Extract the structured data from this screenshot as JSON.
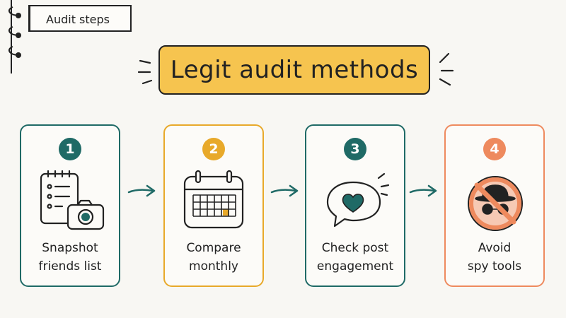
{
  "header": {
    "tab_label": "Audit steps"
  },
  "title": "Legit audit methods",
  "colors": {
    "teal": "#1f6a66",
    "gold": "#e8a92a",
    "coral": "#ee8a5e",
    "title_fill": "#f6c44f"
  },
  "steps": [
    {
      "number": "1",
      "line1": "Snapshot",
      "line2": "friends list",
      "icon": "checklist-camera-icon",
      "color": "#1f6a66"
    },
    {
      "number": "2",
      "line1": "Compare",
      "line2": "monthly",
      "icon": "calendar-icon",
      "color": "#e8a92a"
    },
    {
      "number": "3",
      "line1": "Check post",
      "line2": "engagement",
      "icon": "heart-chat-icon",
      "color": "#1f6a66"
    },
    {
      "number": "4",
      "line1": "Avoid",
      "line2": "spy tools",
      "icon": "no-spy-icon",
      "color": "#ee8a5e"
    }
  ]
}
